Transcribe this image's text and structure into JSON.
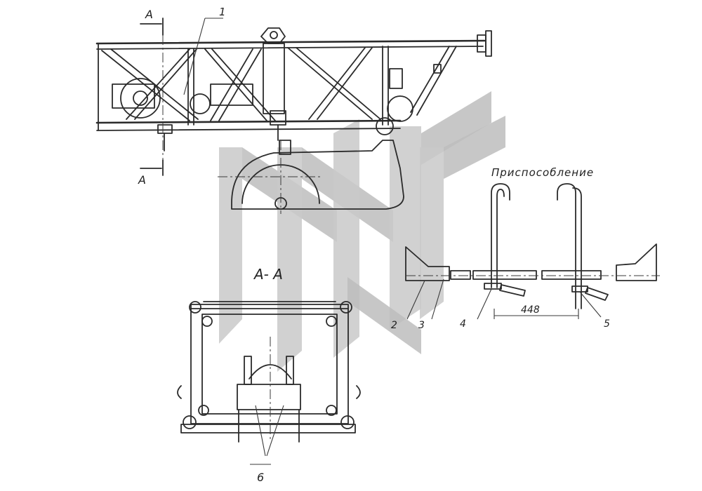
{
  "labels": {
    "section_mark_top": "А",
    "section_mark_bottom": "А",
    "section_title": "А- А",
    "fixture_title": "Приспособление",
    "dimension": "448",
    "callouts": [
      "1",
      "2",
      "3",
      "4",
      "5",
      "6"
    ]
  },
  "colors": {
    "line": "#2b2b2b",
    "watermark": "#c9c9c9"
  }
}
